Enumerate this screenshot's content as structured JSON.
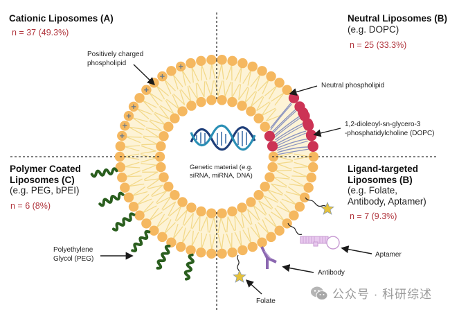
{
  "figure": {
    "title": "Liposome types for genetic material delivery",
    "quadrants": [
      {
        "id": "cationic",
        "title": "Cationic Liposomes (A)",
        "example": "",
        "count": "n = 37 (49.3%)"
      },
      {
        "id": "neutral",
        "title": "Neutral Liposomes (B)",
        "example": "(e.g. DOPC)",
        "count": "n = 25 (33.3%)"
      },
      {
        "id": "polymer",
        "title_line1": "Polymer Coated",
        "title_line2": "Liposomes (C)",
        "example": "(e.g. PEG, bPEI)",
        "count": "n = 6 (8%)"
      },
      {
        "id": "ligand",
        "title_line1": "Ligand-targeted",
        "title_line2": "Liposomes (B)",
        "example_line1": "(e.g. Folate,",
        "example_line2": "Antibody, Aptamer)",
        "count": "n = 7 (9.3%)"
      }
    ],
    "annotations": {
      "positively_charged_1": "Positively charged",
      "positively_charged_2": "phospholipid",
      "neutral_phospholipid": "Neutral phospholipid",
      "dopc_1": "1,2-dioleoyl-sn-glycero-3",
      "dopc_2": "-phosphatidylcholine (DOPC)",
      "genetic_1": "Genetic material (e.g.",
      "genetic_2": "siRNA, miRNA, DNA)",
      "peg_1": "Polyethylene",
      "peg_2": "Glycol (PEG)",
      "aptamer": "Aptamer",
      "antibody": "Antibody",
      "folate": "Folate"
    },
    "watermark": "公众号 · 科研综述",
    "colors": {
      "lipid_head": "#f5b860",
      "lipid_tail": "#f3d98a",
      "membrane_fill": "#fdf3d6",
      "dopc_head": "#cc3355",
      "dopc_tail": "#8a93c0",
      "peg": "#2a5e1e",
      "charge": "#6b7a8a",
      "antibody": "#8b67b0",
      "aptamer": "#d8aee0",
      "folate_star": "#e6c23a",
      "dna_dark": "#1f3f7a",
      "dna_light": "#2a8fb5",
      "count_red": "#b0343c"
    }
  }
}
